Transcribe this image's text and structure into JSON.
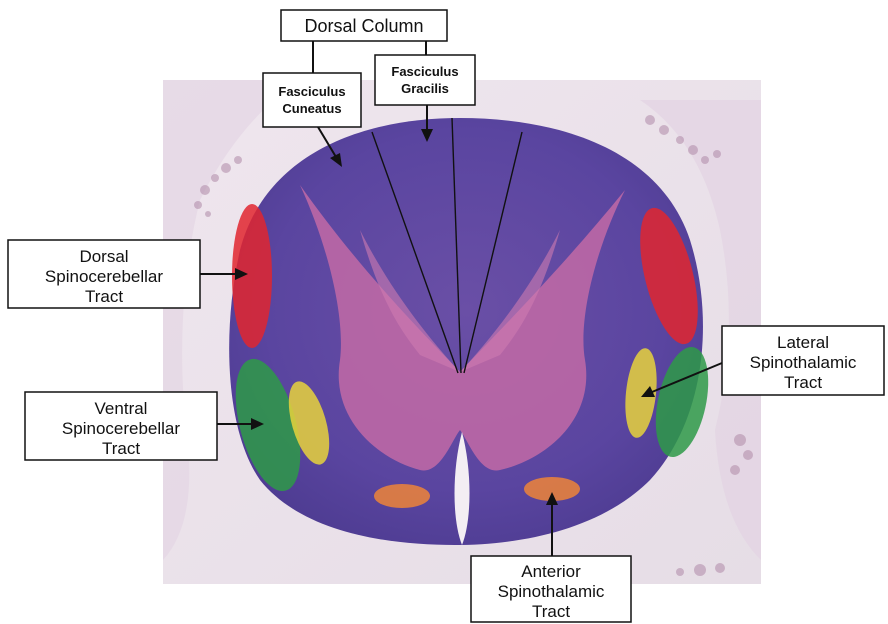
{
  "title": "Dorsal Column",
  "labels": {
    "fasciculus_cuneatus": [
      "Fasciculus",
      "Cuneatus"
    ],
    "fasciculus_gracilis": [
      "Fasciculus",
      "Gracilis"
    ],
    "dorsal_spinocerebellar": [
      "Dorsal",
      "Spinocerebellar",
      "Tract"
    ],
    "ventral_spinocerebellar": [
      "Ventral",
      "Spinocerebellar",
      "Tract"
    ],
    "lateral_spinothalamic": [
      "Lateral",
      "Spinothalamic",
      "Tract"
    ],
    "anterior_spinothalamic": [
      "Anterior",
      "Spinothalamic",
      "Tract"
    ]
  },
  "colors": {
    "dorsal_spinocerebellar": "#e0262f",
    "ventral_spinocerebellar": "#2e9a48",
    "lateral_spinothalamic": "#e8d23c",
    "anterior_spinothalamic": "#e5813e",
    "white_matter": "#5b4a9a",
    "gray_matter": "#c06aa6",
    "background_tissue": "#ece4ea"
  }
}
